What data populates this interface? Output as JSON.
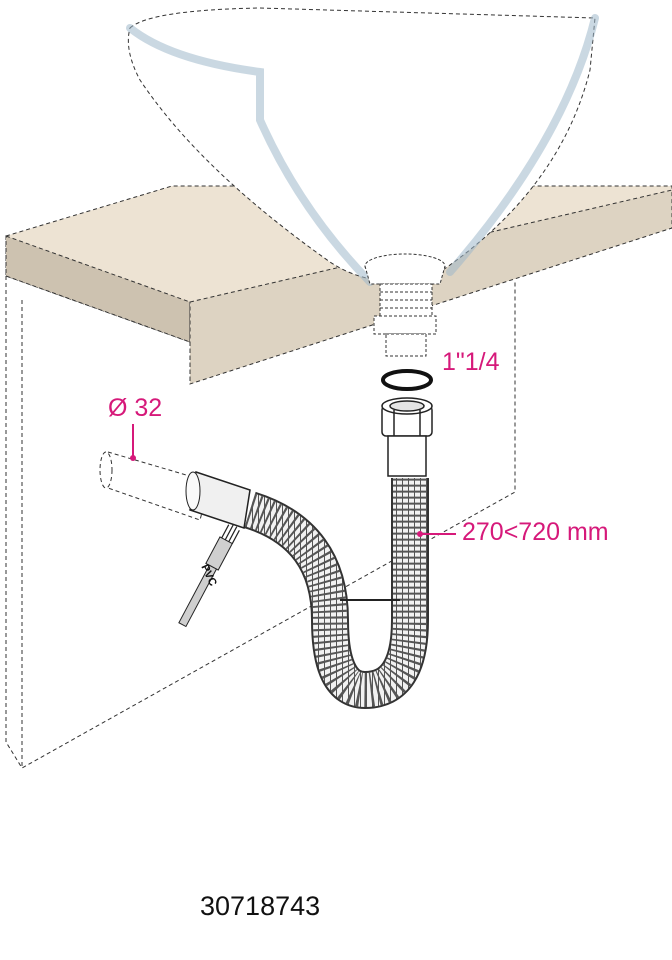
{
  "labels": {
    "pipe_diameter": "Ø 32",
    "thread_size": "1\"1/4",
    "hose_length": "270<720 mm",
    "brush_text": "PVC",
    "product_code": "30718743"
  },
  "colors": {
    "accent": "#d6197a",
    "countertop_top": "#ede3d3",
    "countertop_side": "#cdc2b0",
    "basin_rim": "#dde9f1",
    "line": "#2a2a2a"
  }
}
